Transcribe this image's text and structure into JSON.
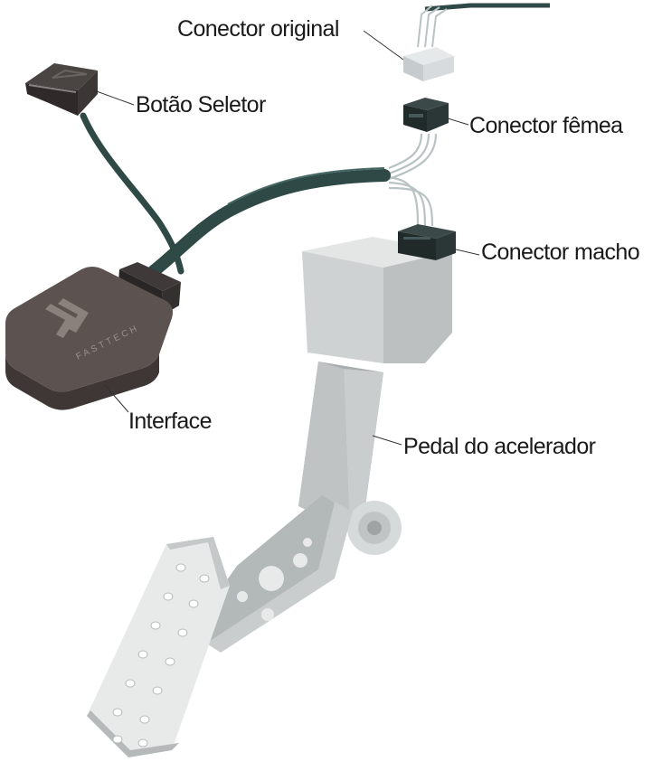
{
  "labels": {
    "conector_original": "Conector original",
    "botao_seletor": "Botão Seletor",
    "conector_femea": "Conector fêmea",
    "conector_macho": "Conector macho",
    "interface": "Interface",
    "pedal": "Pedal do acelerador"
  },
  "interface_brand": "FASTTECH",
  "colors": {
    "cable": "#2f4a46",
    "module_top": "#5c5350",
    "module_side": "#3e3735",
    "connector_dark": "#24302f",
    "connector_light": "#cfd4d6",
    "pedal_light": "#d9dcdc",
    "pedal_mid": "#b9bdbd",
    "pedal_dark": "#9ea3a3",
    "wire": "#b9c3c4"
  }
}
